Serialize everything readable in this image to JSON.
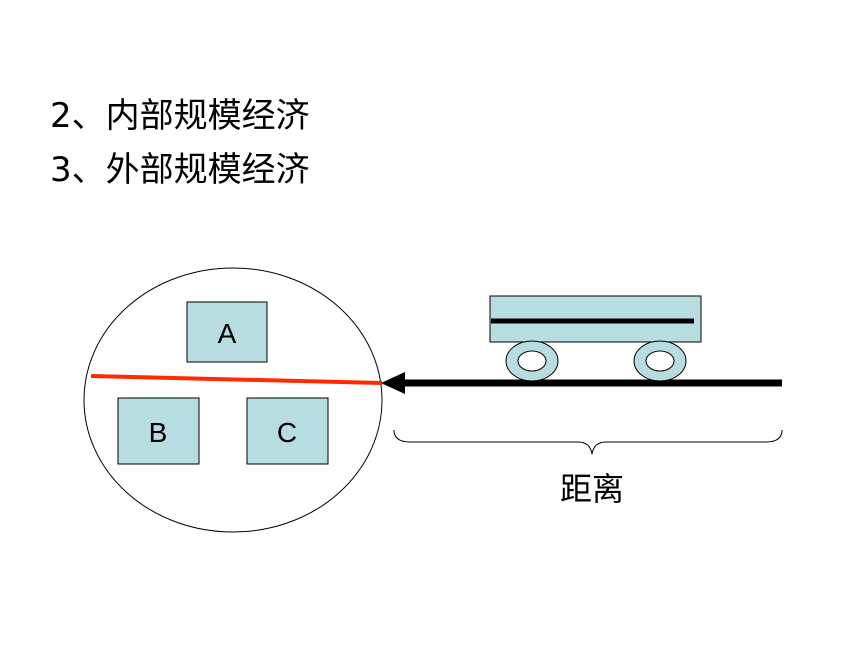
{
  "headings": [
    "2、内部规模经济",
    "3、外部规模经济"
  ],
  "boxes": {
    "a": "A",
    "b": "B",
    "c": "C"
  },
  "distance_label": "距离",
  "colors": {
    "box_fill": "#b7dde0",
    "boundary_line": "#ff2a00",
    "arrow": "#000000"
  }
}
